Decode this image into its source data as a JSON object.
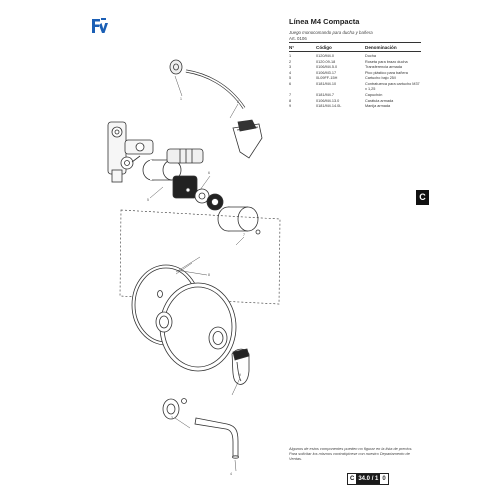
{
  "brand": {
    "logo_name": "fv-logo",
    "accent_color": "#1b5fb5"
  },
  "header": {
    "title": "Línea M4 Compacta",
    "subtitle": "Juego monocomando para ducha y bañera",
    "article": "Art. 0106"
  },
  "table": {
    "col_number": "N°",
    "col_code": "Código",
    "col_desc": "Denominación",
    "rows": [
      {
        "n": "1",
        "code": "0120/M4.0",
        "desc": "Ducha"
      },
      {
        "n": "2",
        "code": "0120.09-18",
        "desc": "Roseta para brazo ducha"
      },
      {
        "n": "3",
        "code": "0106/M4.5.0",
        "desc": "Transferencia armada"
      },
      {
        "n": "4",
        "code": "0106/M3.17",
        "desc": "Pico plástico para bañera"
      },
      {
        "n": "5",
        "code": "0L09FF-15H",
        "desc": "Cartucho bajo 25/l"
      },
      {
        "n": "6",
        "code": "0181/M4.10",
        "desc": "Contratuerca para cartucho M37 x 1,25"
      },
      {
        "n": "7",
        "code": "0181/M4.7",
        "desc": "Capuchón"
      },
      {
        "n": "8",
        "code": "0106/M4.13.0",
        "desc": "Carátula armada"
      },
      {
        "n": "9",
        "code": "0181/M4.14.0L",
        "desc": "Manija armada"
      }
    ]
  },
  "side_marker": "C",
  "footnote": "Algunos de estos componentes pueden no figurar en la lista de precios. Para solicitar los mismos contratípicese con nuestro Departamento de Ventas.",
  "page_badge": {
    "section": "C",
    "page": "34.0 / 1",
    "rev": "0"
  }
}
